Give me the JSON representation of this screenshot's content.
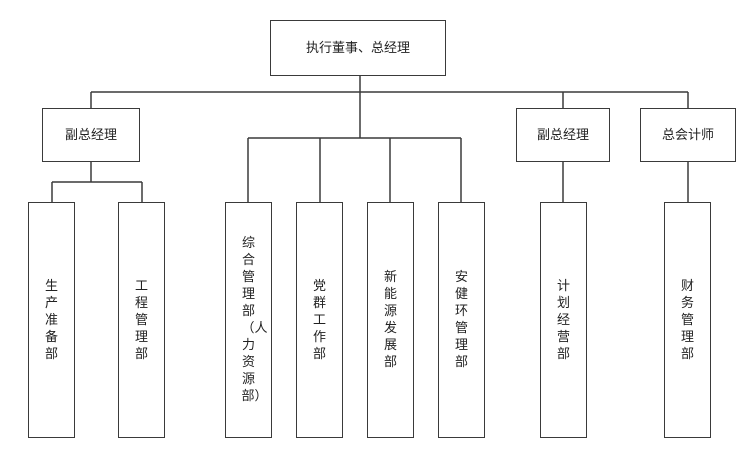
{
  "top": {
    "label": "执行董事、总经理"
  },
  "managers": [
    {
      "label": "副总经理"
    },
    {
      "label": "副总经理"
    },
    {
      "label": "总会计师"
    }
  ],
  "departments": [
    {
      "label": "生产准备部"
    },
    {
      "label": "工程管理部"
    },
    {
      "label": "综合管理部（人力资源部）"
    },
    {
      "label": "党群工作部"
    },
    {
      "label": "新能源发展部"
    },
    {
      "label": "安健环管理部"
    },
    {
      "label": "计划经营部"
    },
    {
      "label": "财务管理部"
    }
  ]
}
